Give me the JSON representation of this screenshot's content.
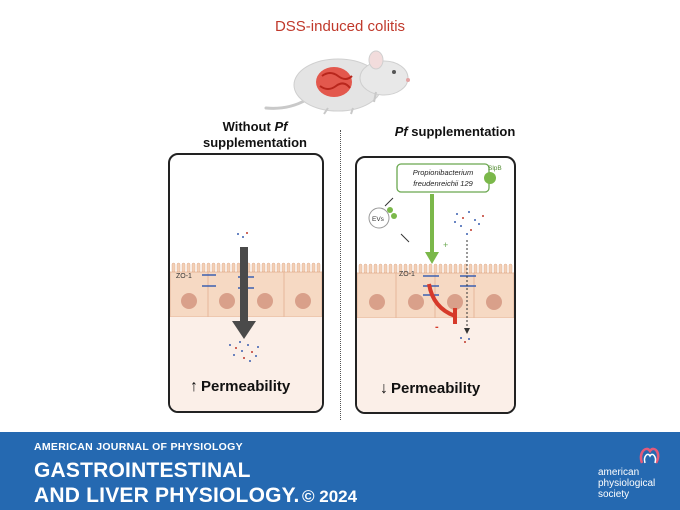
{
  "title": "DSS-induced colitis",
  "left_panel": {
    "heading_prefix": "Without ",
    "heading_italic": "Pf",
    "heading_line2": "supplementation",
    "zo1_label": "ZO-1",
    "permeability_arrow": "↑",
    "permeability_label": "Permeability"
  },
  "right_panel": {
    "heading_italic": "Pf",
    "heading_suffix": " supplementation",
    "bacterium_line1": "Propionibacterium",
    "bacterium_line2": "freudenreichii 129",
    "slpb_label": "SlpB",
    "evs_label": "EVs",
    "zo1_label": "ZO-1",
    "plus_label": "+",
    "minus_label": "-",
    "permeability_arrow": "↓",
    "permeability_label": "Permeability"
  },
  "footer": {
    "journal_small": "AMERICAN JOURNAL OF PHYSIOLOGY",
    "journal_line1": "GASTROINTESTINAL",
    "journal_line2": "AND LIVER PHYSIOLOGY.",
    "copyright": "© 2024",
    "society_line1": "american",
    "society_line2": "physiological",
    "society_line3": "society"
  },
  "colors": {
    "title": "#c0392b",
    "banner": "#2569b1",
    "cells": "#f6d9c3",
    "nucleus": "#d9a08a",
    "green_arrow": "#7bb84a",
    "red_inhibit": "#d63a2a",
    "dark_arrow": "#4a4a4a"
  }
}
